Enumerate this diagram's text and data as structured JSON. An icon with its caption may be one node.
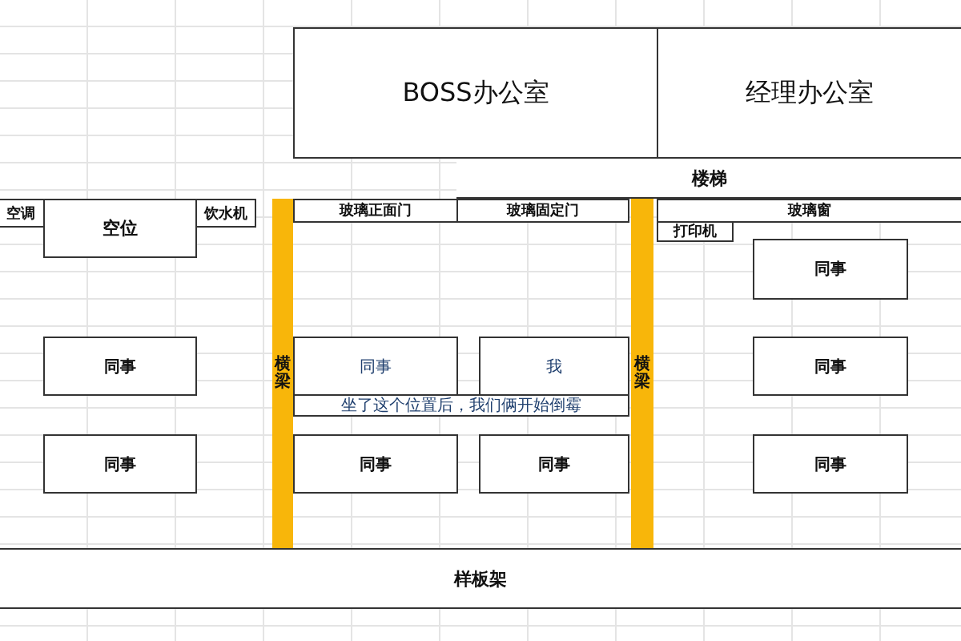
{
  "diagram": {
    "nodes": [
      {
        "text": [
          "BOSS办公室"
        ]
      },
      {
        "text": [
          "经理办公室"
        ]
      },
      {
        "text": [
          "楼梯"
        ]
      },
      {
        "text": [
          "空调"
        ]
      },
      {
        "text": [
          "空位"
        ]
      },
      {
        "text": [
          "饮水机"
        ]
      },
      {
        "text": [
          "横梁"
        ]
      },
      {
        "text": [
          "玻璃正面门"
        ]
      },
      {
        "text": [
          "玻璃固定门"
        ]
      },
      {
        "text": [
          "横梁"
        ]
      },
      {
        "text": [
          "玻璃窗"
        ]
      },
      {
        "text": [
          "打印机"
        ]
      },
      {
        "text": [
          "同事"
        ]
      },
      {
        "text": [
          "同事"
        ]
      },
      {
        "text": [
          "同事"
        ]
      },
      {
        "text": [
          "我"
        ]
      },
      {
        "text": [
          "坐了这个位置后，我们俩开始倒霉"
        ]
      },
      {
        "text": [
          "同事"
        ]
      },
      {
        "text": [
          "同事"
        ]
      },
      {
        "text": [
          "同事"
        ]
      },
      {
        "text": [
          "同事"
        ]
      },
      {
        "text": [
          "同事"
        ]
      },
      {
        "text": [
          "样板架"
        ]
      }
    ]
  }
}
